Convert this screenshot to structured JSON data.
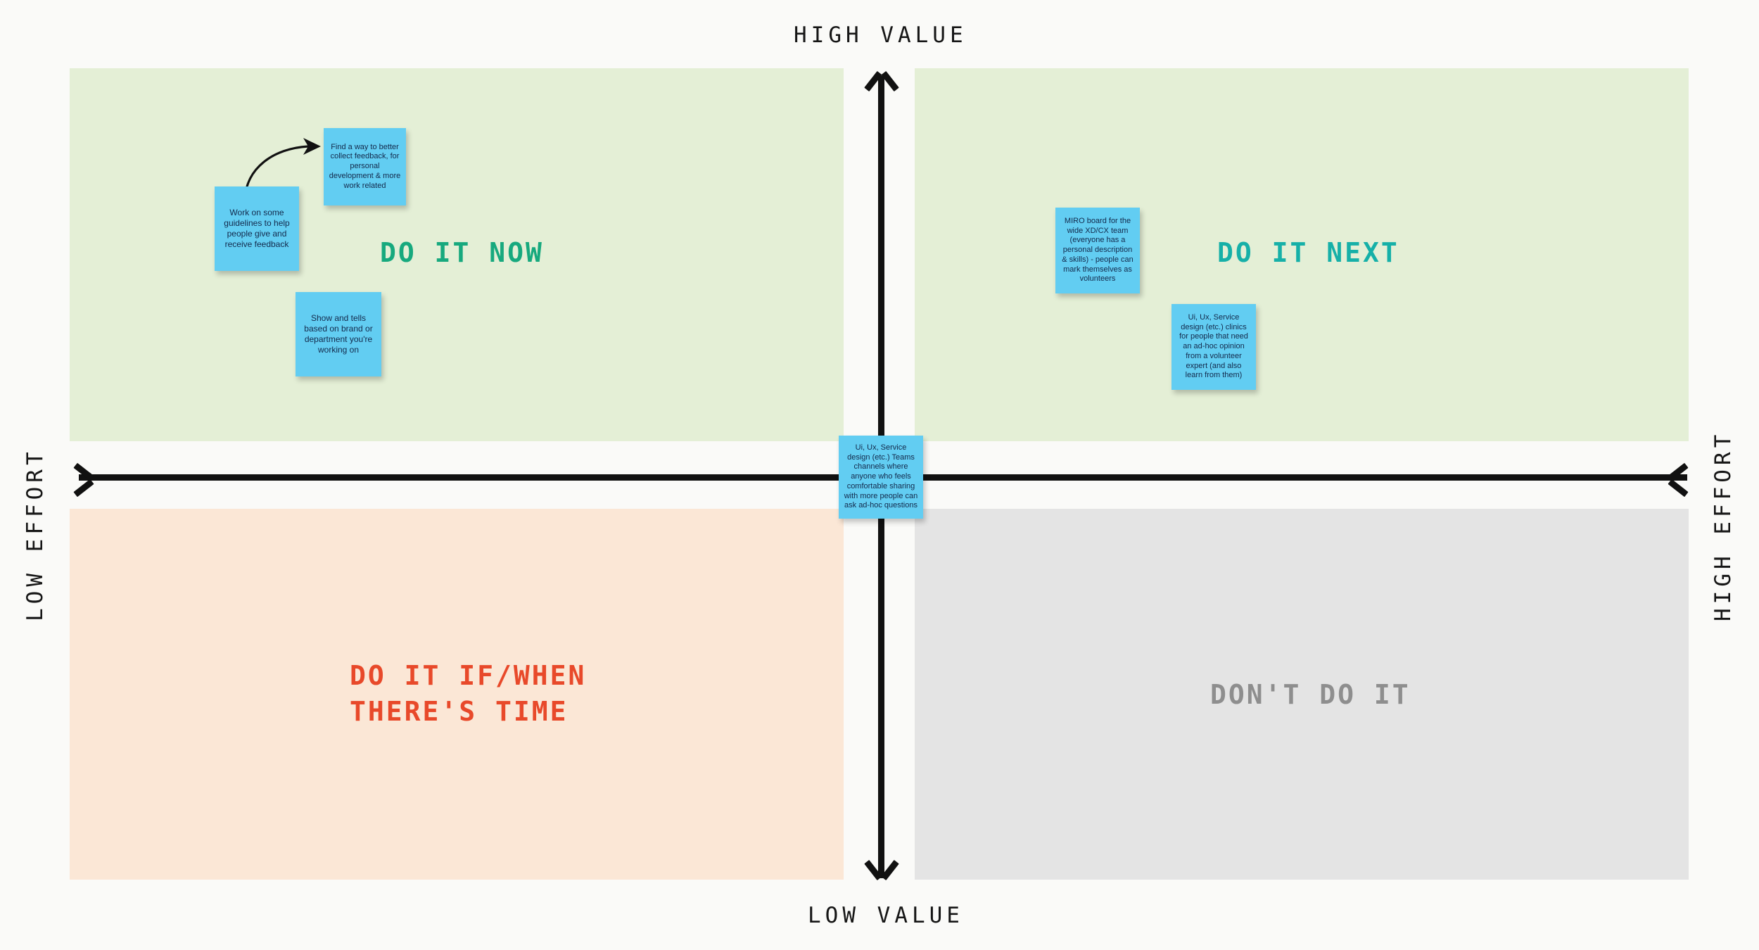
{
  "axes": {
    "top_label": "HIGH VALUE",
    "bottom_label": "LOW VALUE",
    "left_label": "LOW EFFORT",
    "right_label": "HIGH EFFORT"
  },
  "quadrants": [
    {
      "id": "do-it-now",
      "label": "DO IT NOW",
      "color": "#17a97e",
      "background": "#e4efd6"
    },
    {
      "id": "do-it-next",
      "label": "DO IT NEXT",
      "color": "#16b0a8",
      "background": "#e4efd6"
    },
    {
      "id": "if-when-time",
      "label": "DO IT IF/WHEN\nTHERE'S TIME",
      "color": "#e8492a",
      "background": "#fbe7d6"
    },
    {
      "id": "dont-do-it",
      "label": "DON'T DO IT",
      "color": "#8e8e8e",
      "background": "#e4e4e4"
    }
  ],
  "sticky_notes": [
    {
      "id": "guidelines",
      "quadrant": "do-it-now",
      "text": "Work on some guidelines to help people give and receive feedback"
    },
    {
      "id": "feedback",
      "quadrant": "do-it-now",
      "text": "Find a way to better collect feedback, for personal development & more work related"
    },
    {
      "id": "showtells",
      "quadrant": "do-it-now",
      "text": "Show and tells based on brand or department you're working on"
    },
    {
      "id": "miro",
      "quadrant": "do-it-next",
      "text": "MIRO board for the wide XD/CX team (everyone has a personal description & skills) - people can mark themselves as volunteers"
    },
    {
      "id": "clinics",
      "quadrant": "do-it-next",
      "text": "Ui, Ux, Service design (etc.) clinics for people that need an ad-hoc opinion from a volunteer expert (and also learn from them)"
    },
    {
      "id": "teams",
      "quadrant": "center",
      "text": "Ui, Ux, Service design (etc.) Teams channels where anyone who feels comfortable sharing with more people can ask ad-hoc questions"
    }
  ],
  "colors": {
    "sticky": "#62cdf2",
    "sticky_text": "#13294b",
    "axis": "#111111",
    "canvas": "#fafaf8"
  }
}
